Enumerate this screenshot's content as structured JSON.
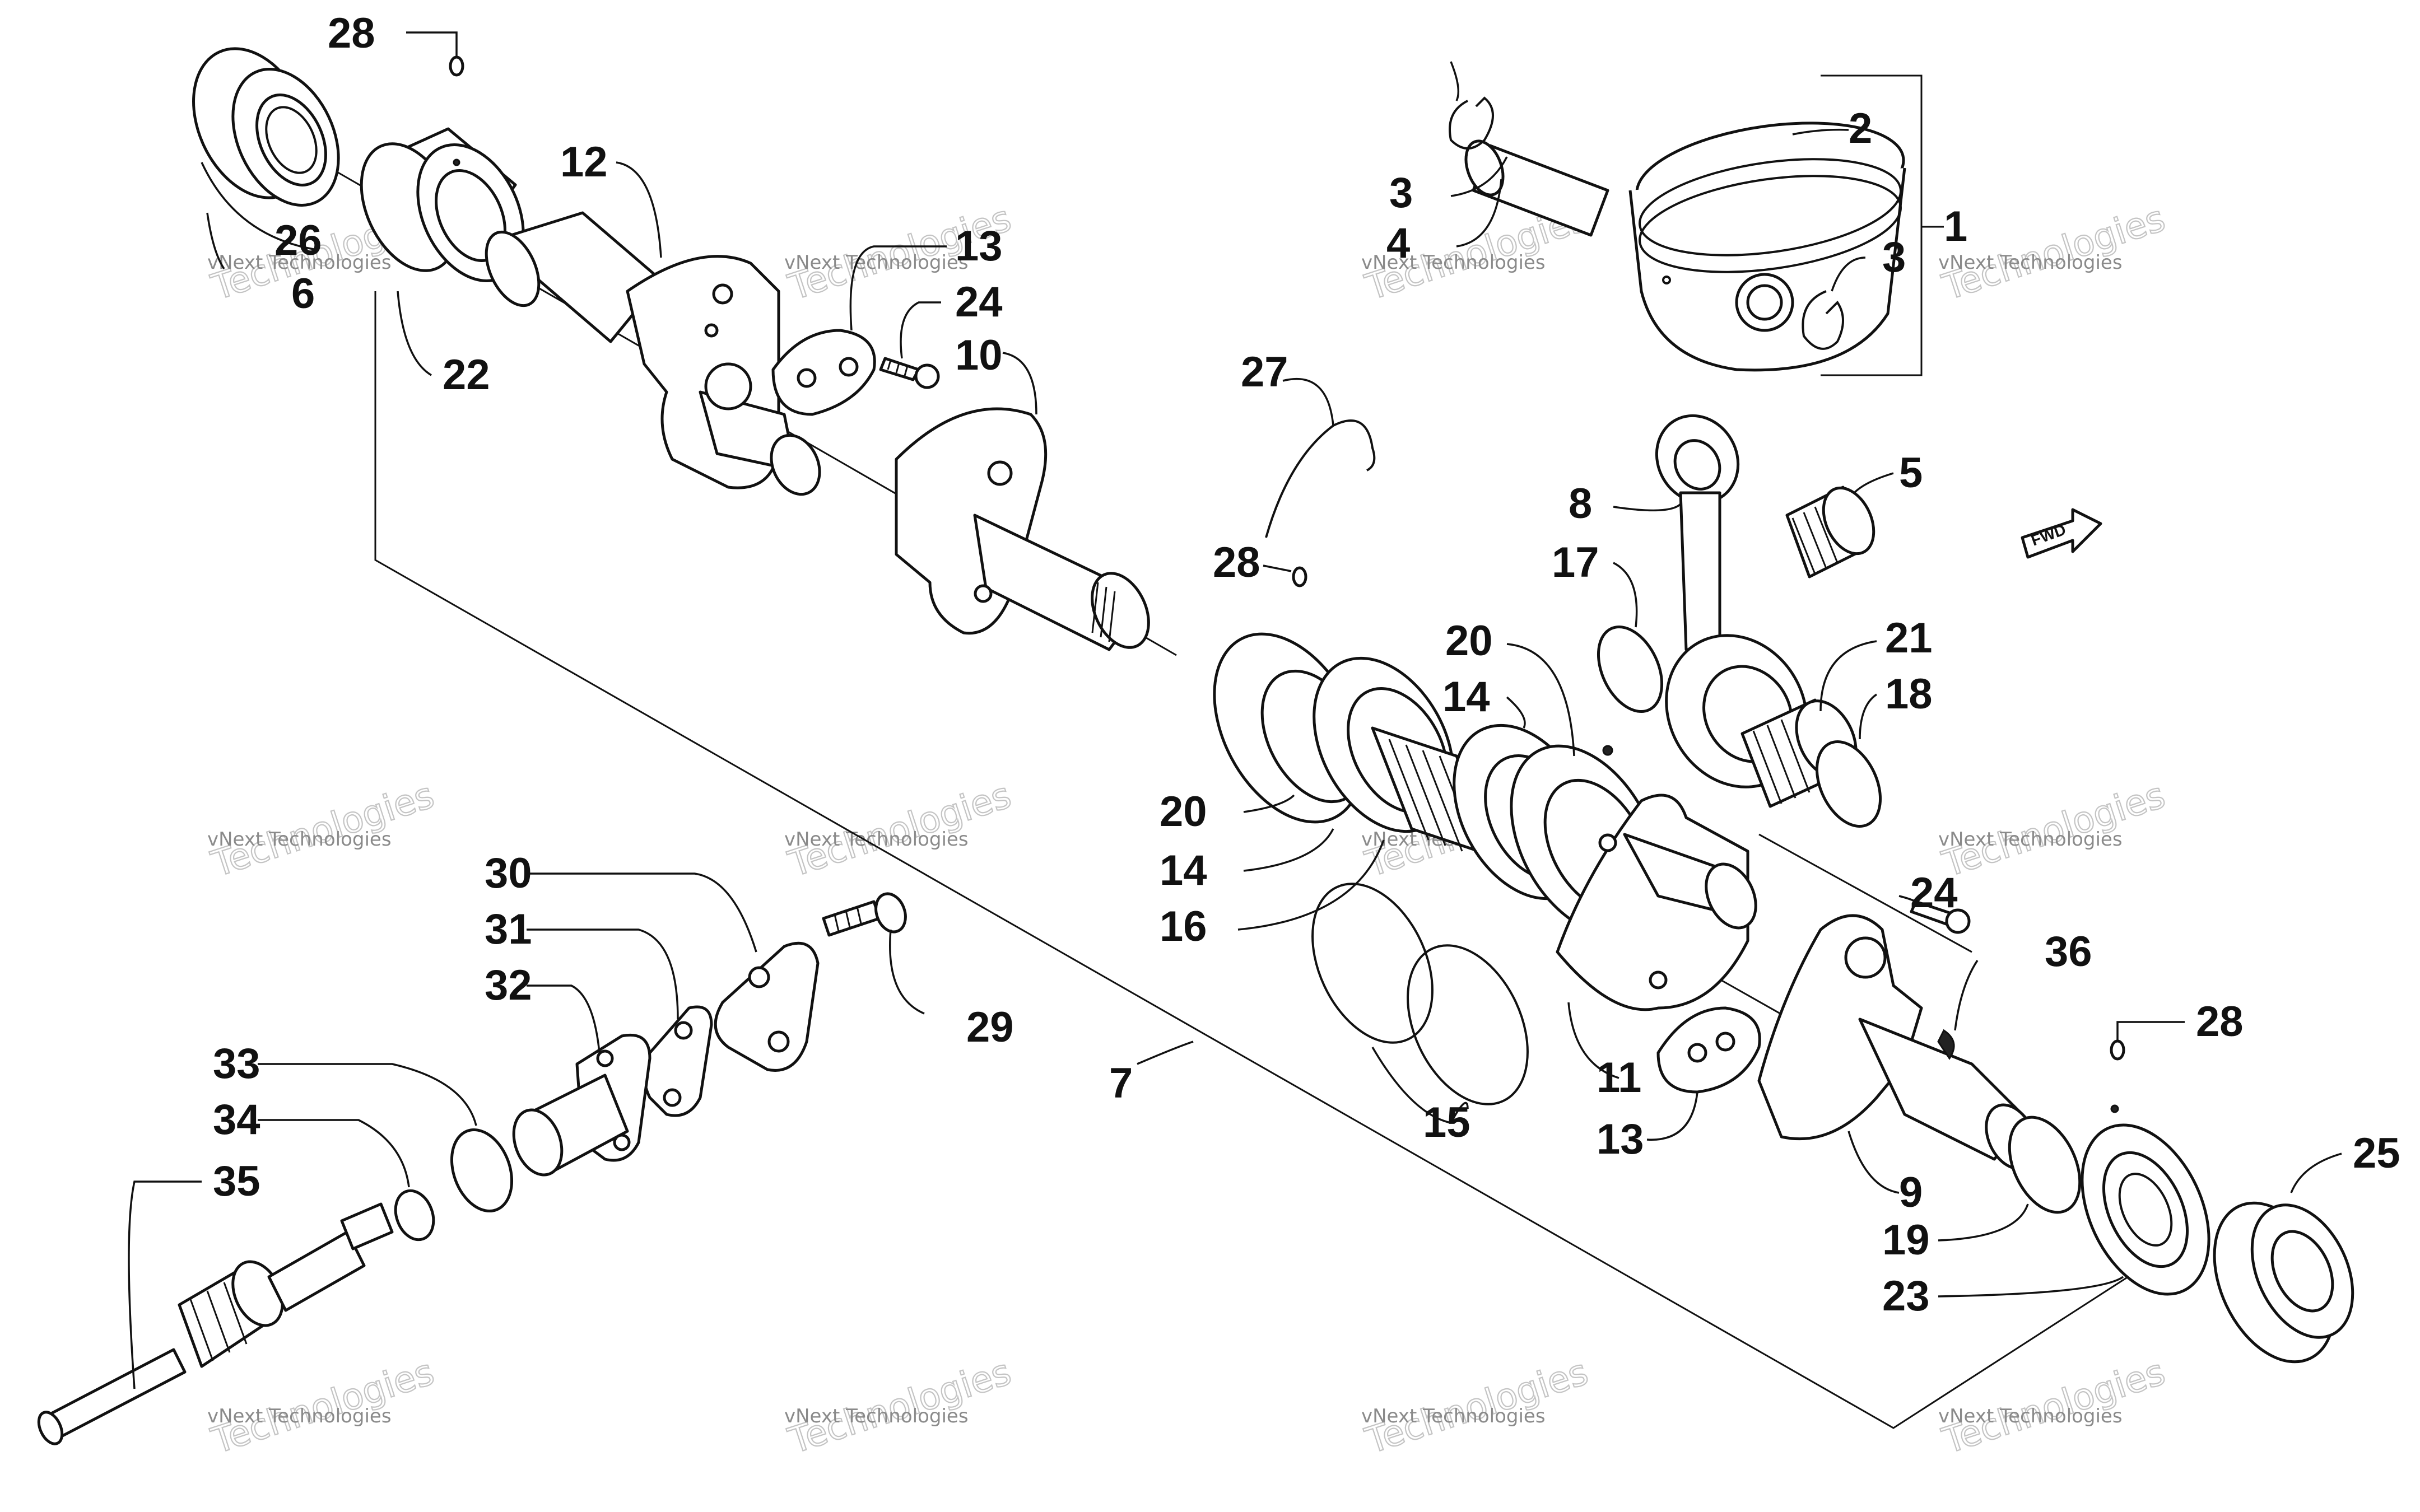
{
  "diagram": {
    "forward_label": "FWD",
    "callouts": {
      "c1": "1",
      "c2": "2",
      "c3a": "3",
      "c3b": "3",
      "c4": "4",
      "c5": "5",
      "c6": "6",
      "c7": "7",
      "c8": "8",
      "c9": "9",
      "c10": "10",
      "c11": "11",
      "c12": "12",
      "c13a": "13",
      "c13b": "13",
      "c14a": "14",
      "c14b": "14",
      "c15": "15",
      "c16": "16",
      "c17": "17",
      "c18": "18",
      "c19": "19",
      "c20a": "20",
      "c20b": "20",
      "c21": "21",
      "c22": "22",
      "c23": "23",
      "c24a": "24",
      "c24b": "24",
      "c25": "25",
      "c26": "26",
      "c27": "27",
      "c28a": "28",
      "c28b": "28",
      "c28c": "28",
      "c29": "29",
      "c30": "30",
      "c31": "31",
      "c32": "32",
      "c33": "33",
      "c34": "34",
      "c35": "35",
      "c36": "36"
    }
  },
  "watermark": {
    "line1": "vNext Technologies",
    "line2": "Technologies"
  }
}
